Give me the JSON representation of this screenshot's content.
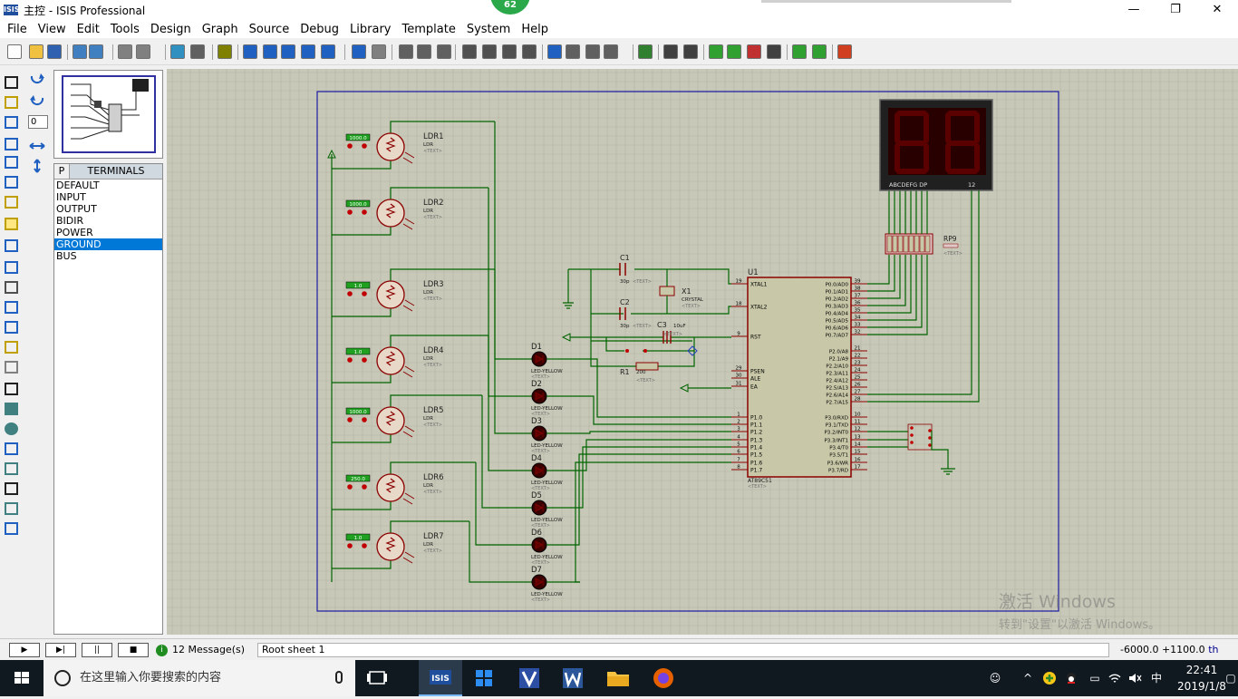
{
  "window": {
    "title": "主控 - ISIS Professional",
    "app_icon_text": "ISIS",
    "badge_count": "62"
  },
  "menu": [
    "File",
    "View",
    "Edit",
    "Tools",
    "Design",
    "Graph",
    "Source",
    "Debug",
    "Library",
    "Template",
    "System",
    "Help"
  ],
  "rotation": {
    "value": "0"
  },
  "selector": {
    "mode_button": "P",
    "title": "TERMINALS",
    "items": [
      "DEFAULT",
      "INPUT",
      "OUTPUT",
      "BIDIR",
      "POWER",
      "GROUND",
      "BUS"
    ],
    "selected": "GROUND"
  },
  "schematic": {
    "ldrs": [
      {
        "name": "LDR1",
        "part": "LDR",
        "text": "<TEXT>",
        "reading": "1000.0"
      },
      {
        "name": "LDR2",
        "part": "LDR",
        "text": "<TEXT>",
        "reading": "1000.0"
      },
      {
        "name": "LDR3",
        "part": "LDR",
        "text": "<TEXT>",
        "reading": "1.0"
      },
      {
        "name": "LDR4",
        "part": "LDR",
        "text": "<TEXT>",
        "reading": "1.0"
      },
      {
        "name": "LDR5",
        "part": "LDR",
        "text": "<TEXT>",
        "reading": "1000.0"
      },
      {
        "name": "LDR6",
        "part": "LDR",
        "text": "<TEXT>",
        "reading": "250.0"
      },
      {
        "name": "LDR7",
        "part": "LDR",
        "text": "<TEXT>",
        "reading": "1.0"
      }
    ],
    "leds": [
      {
        "name": "D1",
        "part": "LED-YELLOW",
        "text": "<TEXT>"
      },
      {
        "name": "D2",
        "part": "LED-YELLOW",
        "text": "<TEXT>"
      },
      {
        "name": "D3",
        "part": "LED-YELLOW",
        "text": "<TEXT>"
      },
      {
        "name": "D4",
        "part": "LED-YELLOW",
        "text": "<TEXT>"
      },
      {
        "name": "D5",
        "part": "LED-YELLOW",
        "text": "<TEXT>"
      },
      {
        "name": "D6",
        "part": "LED-YELLOW",
        "text": "<TEXT>"
      },
      {
        "name": "D7",
        "part": "LED-YELLOW",
        "text": "<TEXT>"
      }
    ],
    "mcu": {
      "name": "U1",
      "part": "AT89C51",
      "text": "<TEXT>",
      "left_pins": [
        {
          "num": "19",
          "label": "XTAL1"
        },
        {
          "num": "18",
          "label": "XTAL2"
        },
        {
          "num": "9",
          "label": "RST"
        },
        {
          "num": "29",
          "label": "PSEN"
        },
        {
          "num": "30",
          "label": "ALE"
        },
        {
          "num": "31",
          "label": "EA"
        },
        {
          "num": "1",
          "label": "P1.0"
        },
        {
          "num": "2",
          "label": "P1.1"
        },
        {
          "num": "3",
          "label": "P1.2"
        },
        {
          "num": "4",
          "label": "P1.3"
        },
        {
          "num": "5",
          "label": "P1.4"
        },
        {
          "num": "6",
          "label": "P1.5"
        },
        {
          "num": "7",
          "label": "P1.6"
        },
        {
          "num": "8",
          "label": "P1.7"
        }
      ],
      "right_pins": [
        {
          "num": "39",
          "label": "P0.0/AD0"
        },
        {
          "num": "38",
          "label": "P0.1/AD1"
        },
        {
          "num": "37",
          "label": "P0.2/AD2"
        },
        {
          "num": "36",
          "label": "P0.3/AD3"
        },
        {
          "num": "35",
          "label": "P0.4/AD4"
        },
        {
          "num": "34",
          "label": "P0.5/AD5"
        },
        {
          "num": "33",
          "label": "P0.6/AD6"
        },
        {
          "num": "32",
          "label": "P0.7/AD7"
        },
        {
          "num": "21",
          "label": "P2.0/A8"
        },
        {
          "num": "22",
          "label": "P2.1/A9"
        },
        {
          "num": "23",
          "label": "P2.2/A10"
        },
        {
          "num": "24",
          "label": "P2.3/A11"
        },
        {
          "num": "25",
          "label": "P2.4/A12"
        },
        {
          "num": "26",
          "label": "P2.5/A13"
        },
        {
          "num": "27",
          "label": "P2.6/A14"
        },
        {
          "num": "28",
          "label": "P2.7/A15"
        },
        {
          "num": "10",
          "label": "P3.0/RXD"
        },
        {
          "num": "11",
          "label": "P3.1/TXD"
        },
        {
          "num": "12",
          "label": "P3.2/INT0"
        },
        {
          "num": "13",
          "label": "P3.3/INT1"
        },
        {
          "num": "14",
          "label": "P3.4/T0"
        },
        {
          "num": "15",
          "label": "P3.5/T1"
        },
        {
          "num": "16",
          "label": "P3.6/WR"
        },
        {
          "num": "17",
          "label": "P3.7/RD"
        }
      ]
    },
    "c1": {
      "name": "C1",
      "value": "30p",
      "text": "<TEXT>"
    },
    "c2": {
      "name": "C2",
      "value": "30p",
      "text": "<TEXT>"
    },
    "c3": {
      "name": "C3",
      "value": "10uF",
      "text": "<TEXT>"
    },
    "x1": {
      "name": "X1",
      "part": "CRYSTAL",
      "text": "<TEXT>"
    },
    "r1": {
      "name": "R1",
      "value": "200",
      "text": "<TEXT>"
    },
    "rp": {
      "name": "RP9",
      "text": "<TEXT>"
    },
    "display": {
      "segments_label": "ABCDEFG DP",
      "digits_label": "12"
    }
  },
  "simulation": {
    "play": "▶",
    "step": "▶|",
    "pause": "||",
    "stop": "■"
  },
  "status": {
    "messages": "12 Message(s)",
    "sheet": "Root sheet 1",
    "coord_x": "-6000.0",
    "coord_y": "+1100.0",
    "units": "th"
  },
  "taskbar": {
    "search_placeholder": "在这里输入你要搜索的内容",
    "time": "22:41",
    "date": "2019/1/8",
    "ime": "中"
  },
  "watermark": {
    "line1": "激活 Windows",
    "line2": "转到\"设置\"以激活 Windows。"
  },
  "colors": {
    "canvas_bg": "#c8c8b8",
    "grid": "#b4b4a4",
    "wire": "#006400",
    "component": "#8b0000",
    "chip_fill": "#c8c8a8",
    "sheet_border": "#1a1aa0",
    "selected": "#0078d7"
  }
}
